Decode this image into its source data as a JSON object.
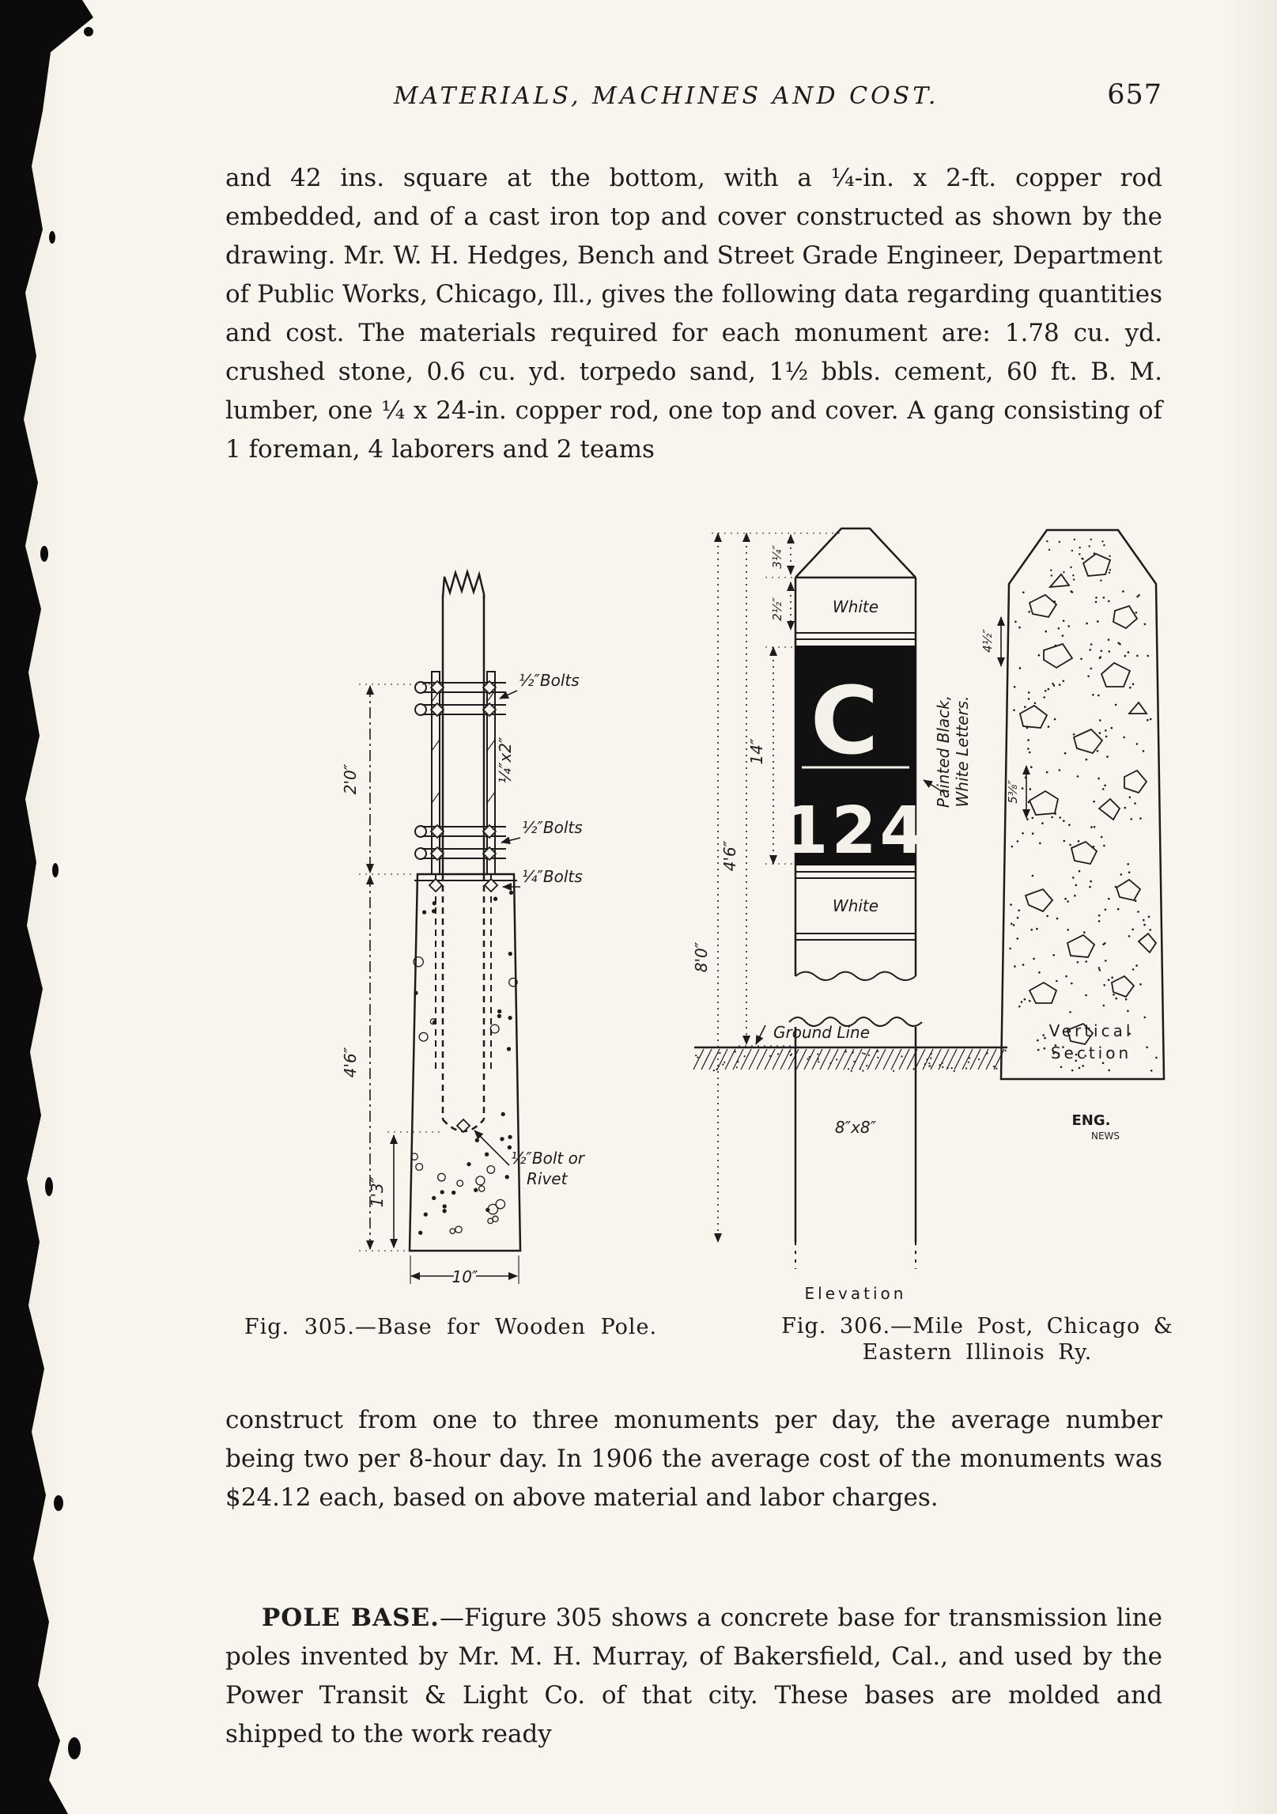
{
  "header": {
    "title": "MATERIALS, MACHINES AND COST.",
    "page_number": "657"
  },
  "body": {
    "para1": "and 42 ins. square at the bottom, with a ¼-in. x 2-ft. copper rod embedded, and of a cast iron top and cover constructed as shown by the drawing. Mr. W. H. Hedges, Bench and Street Grade Engineer, Department of Public Works, Chicago, Ill., gives the following data regarding quantities and cost. The materials required for each monument are: 1.78 cu. yd. crushed stone, 0.6 cu. yd. torpedo sand, 1½ bbls. cement, 60 ft. B. M. lumber, one ¼ x 24-in. copper rod, one top and cover. A gang consisting of 1 foreman, 4 laborers and 2 teams",
    "para2": "construct from one to three monuments per day, the average number being two per 8-hour day. In 1906 the average cost of the monuments was $24.12 each, based on above material and labor charges.",
    "pole_base": "POLE BASE.",
    "para3": "—Figure 305 shows a concrete base for transmission line poles invented by Mr. M. H. Murray, of Bakersfield, Cal., and used by the Power Transit & Light Co. of that city. These bases are molded and shipped to the work ready"
  },
  "captions": {
    "c305": "Fig. 305.—Base for Wooden Pole.",
    "c306a": "Fig. 306.—Mile Post, Chicago &",
    "c306b": "Eastern Illinois Ry."
  },
  "fig305": {
    "labels": {
      "bolts_a": "½″Bolts",
      "strap": "¼″x2″",
      "bolts_b": "½″Bolts",
      "bolts_c": "¼″Bolts",
      "rivet1": "½″Bolt or",
      "rivet2": "Rivet",
      "dim_a": "2'0″",
      "dim_b": "4'6″",
      "dim_c": "1'3″",
      "dim_w": "10″"
    }
  },
  "fig306": {
    "labels": {
      "white_top": "White",
      "big_c": "C",
      "number": "124",
      "white_bottom": "White",
      "painted1": "Painted Black,",
      "painted2": "White Letters.",
      "ground": "Ground Line",
      "size": "8″x8″",
      "elevation": "Elevation",
      "dim_8": "8'0″",
      "dim_46": "4'6″",
      "dim_14": "14″",
      "dim_t1": "3¼″",
      "dim_t2": "2½″"
    }
  },
  "section": {
    "v1": "Vertical",
    "v2": "Section",
    "eng1": "ENG.",
    "eng2": "NEWS",
    "dim_a": "4½″",
    "dim_b": "5⅜″"
  }
}
